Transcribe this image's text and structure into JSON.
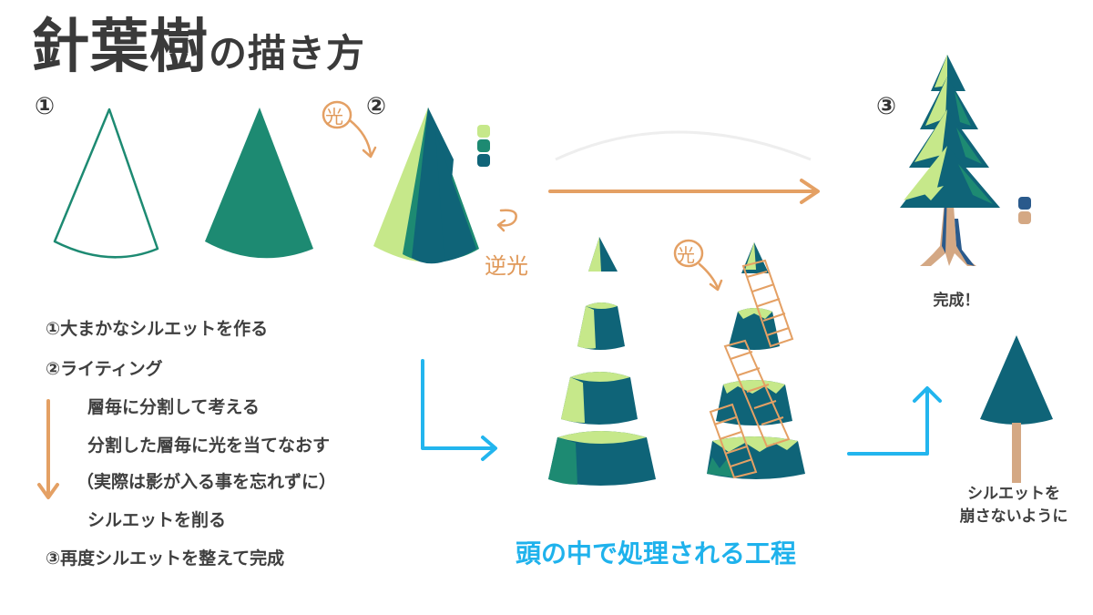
{
  "title": {
    "main": "針葉樹",
    "suffix": "の描き方"
  },
  "step_numbers": {
    "one": "①",
    "two": "②",
    "three": "③"
  },
  "annotations": {
    "light": "光",
    "backlight": "逆光",
    "light_2": "光"
  },
  "steps": [
    "①大まかなシルエットを作る",
    "②ライティング",
    "層毎に分割して考える",
    "分割した層毎に光を当てなおす",
    "（実際は影が入る事を忘れずに）",
    "シルエットを削る",
    "③再度シルエットを整えて完成"
  ],
  "done_label": "完成！",
  "process_caption": "頭の中で処理される工程",
  "silhouette_note": [
    "シルエットを",
    "崩さないように"
  ],
  "colors": {
    "light_green": "#c6e88a",
    "mid_teal": "#1d8a72",
    "dark_teal": "#0f6478",
    "shadow_navy": "#1d4f6a",
    "orange": "#e4a064",
    "blue": "#22b5ee",
    "trunk": "#d4a884",
    "trunk_navy": "#2a5a8c"
  }
}
